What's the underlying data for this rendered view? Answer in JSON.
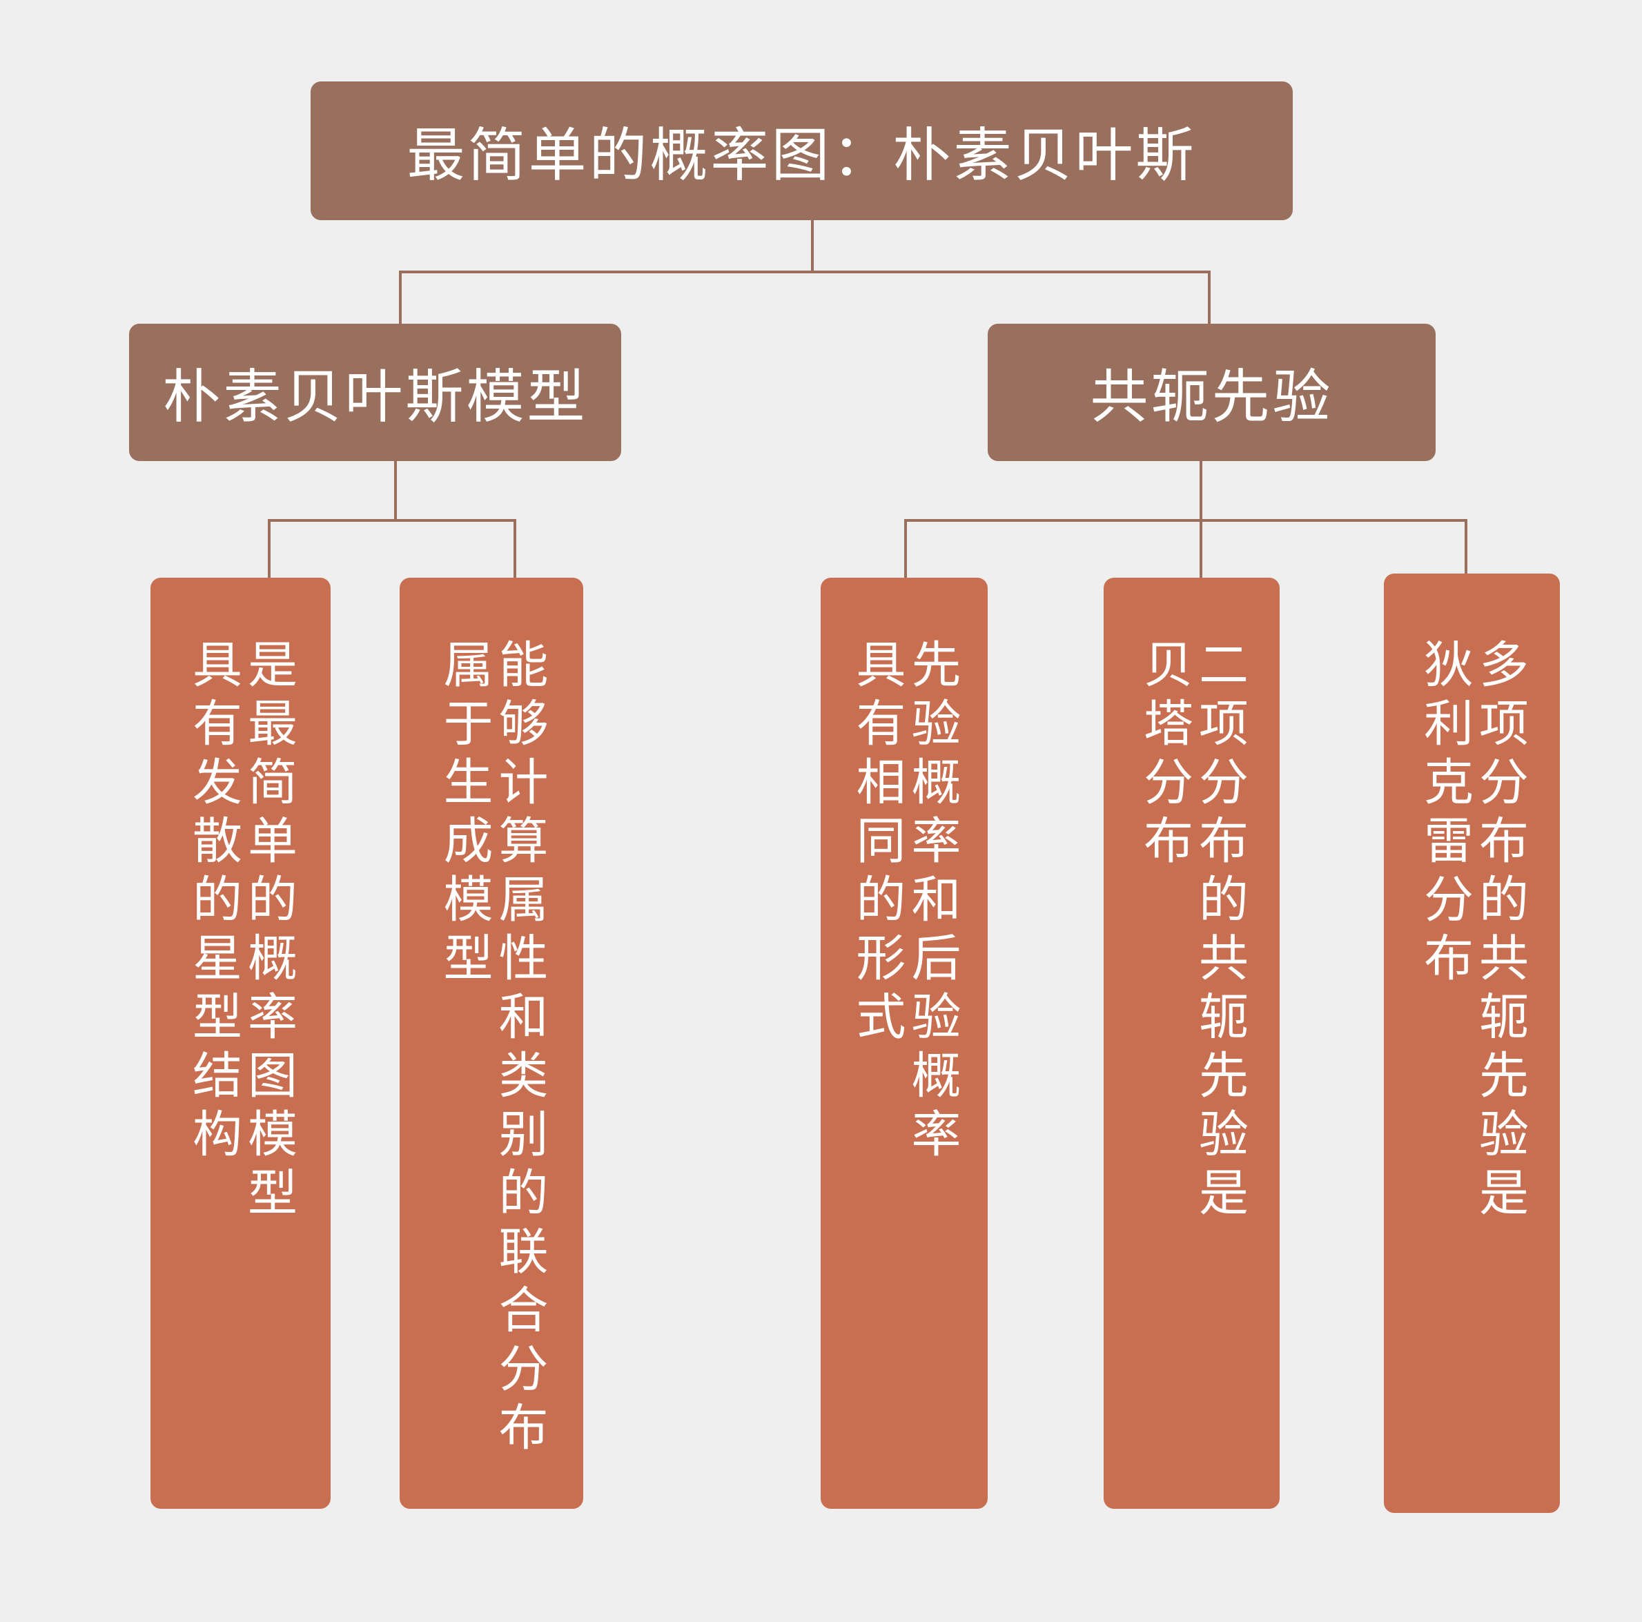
{
  "title": "最简单的概率图：朴素贝叶斯",
  "branches": [
    {
      "label": "朴素贝叶斯模型"
    },
    {
      "label": "共轭先验"
    }
  ],
  "leaves": [
    {
      "lines": [
        "是最简单的概率图模型",
        "具有发散的星型结构"
      ]
    },
    {
      "lines": [
        "能够计算属性和类别的联合分布",
        "属于生成模型"
      ]
    },
    {
      "lines": [
        "先验概率和后验概率",
        "具有相同的形式"
      ]
    },
    {
      "lines": [
        "二项分布的共轭先验是",
        "贝塔分布"
      ]
    },
    {
      "lines": [
        "多项分布的共轭先验是",
        "狄利克雷分布"
      ]
    }
  ],
  "colors": {
    "background": "#efefef",
    "header_box": "#99705e",
    "leaf_box": "#c96f51",
    "connector": "#9a6f5e"
  }
}
